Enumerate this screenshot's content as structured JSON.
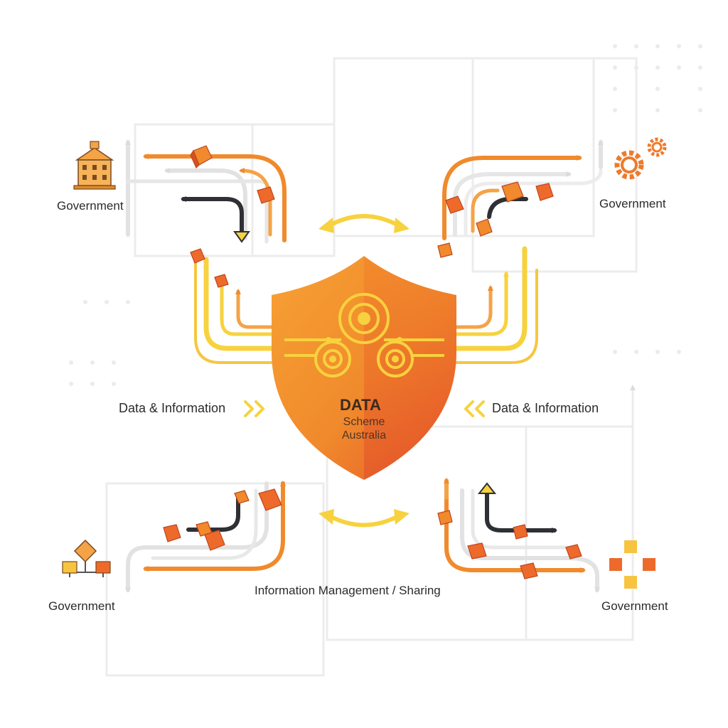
{
  "shield": {
    "title": "DATA",
    "subtitle_line1": "Scheme",
    "subtitle_line2": "Australia"
  },
  "nodes": {
    "top_left": "Government",
    "top_right": "Government",
    "bottom_left": "Government",
    "bottom_right": "Government"
  },
  "flows": {
    "left": "Data & Information",
    "right": "Data & Information",
    "bottom": "Information Management / Sharing"
  },
  "colors": {
    "orange": "#f08a2c",
    "deep_orange": "#e8562a",
    "yellow": "#f7d23e",
    "dark": "#2e3035",
    "grey": "#e4e4e4"
  },
  "icons": {
    "top_left": "government-building-icon",
    "top_right": "gears-icon",
    "bottom_left": "hierarchy-icon",
    "bottom_right": "blocks-grid-icon"
  }
}
